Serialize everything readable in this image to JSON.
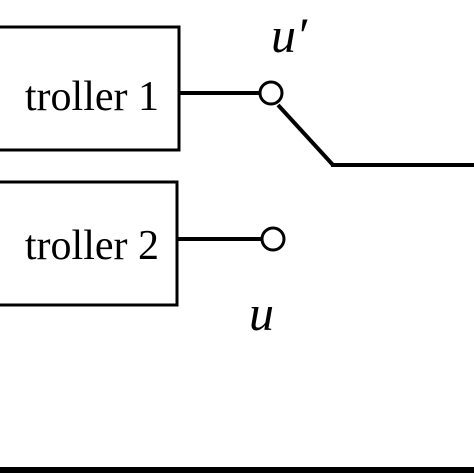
{
  "blocks": [
    {
      "label": "troller 1"
    },
    {
      "label": "troller 2"
    }
  ],
  "signals": {
    "upper": "u′",
    "lower": "u"
  }
}
